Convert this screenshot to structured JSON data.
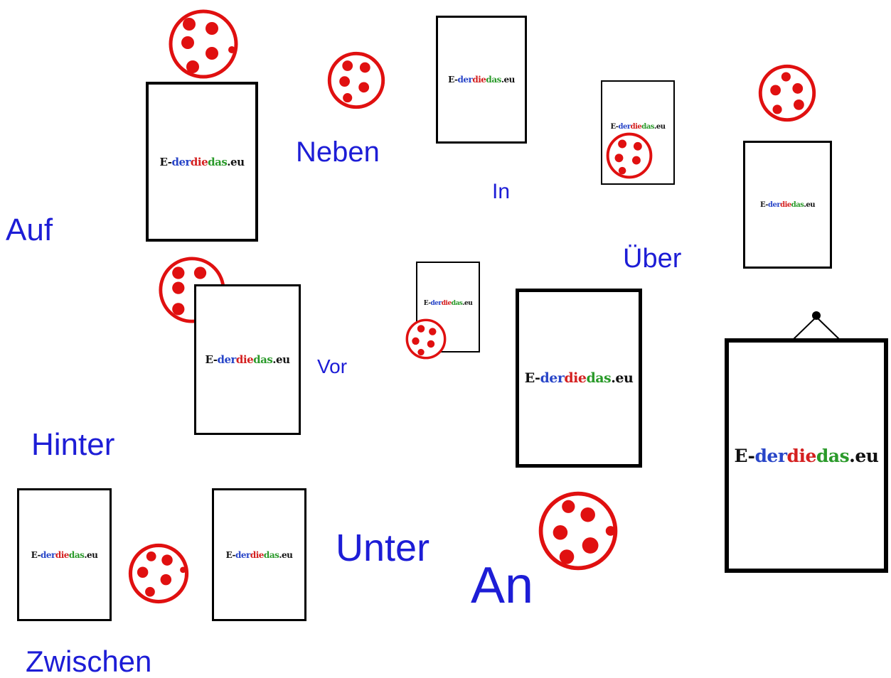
{
  "prepositions": {
    "auf": "Auf",
    "neben": "Neben",
    "in": "In",
    "ueber": "Über",
    "vor": "Vor",
    "hinter": "Hinter",
    "unter": "Unter",
    "an": "An",
    "zwischen": "Zwischen"
  },
  "logo": {
    "e": "E-",
    "der": "der",
    "die": "die",
    "das": "das",
    "eu": ".eu"
  },
  "colors": {
    "word": "#1d1dd6",
    "ball": "#e01010",
    "frame": "#000000"
  },
  "icons": {
    "ball": "red-dotted-ball-icon",
    "frame": "picture-frame-icon",
    "hanger": "wall-hook-icon"
  }
}
